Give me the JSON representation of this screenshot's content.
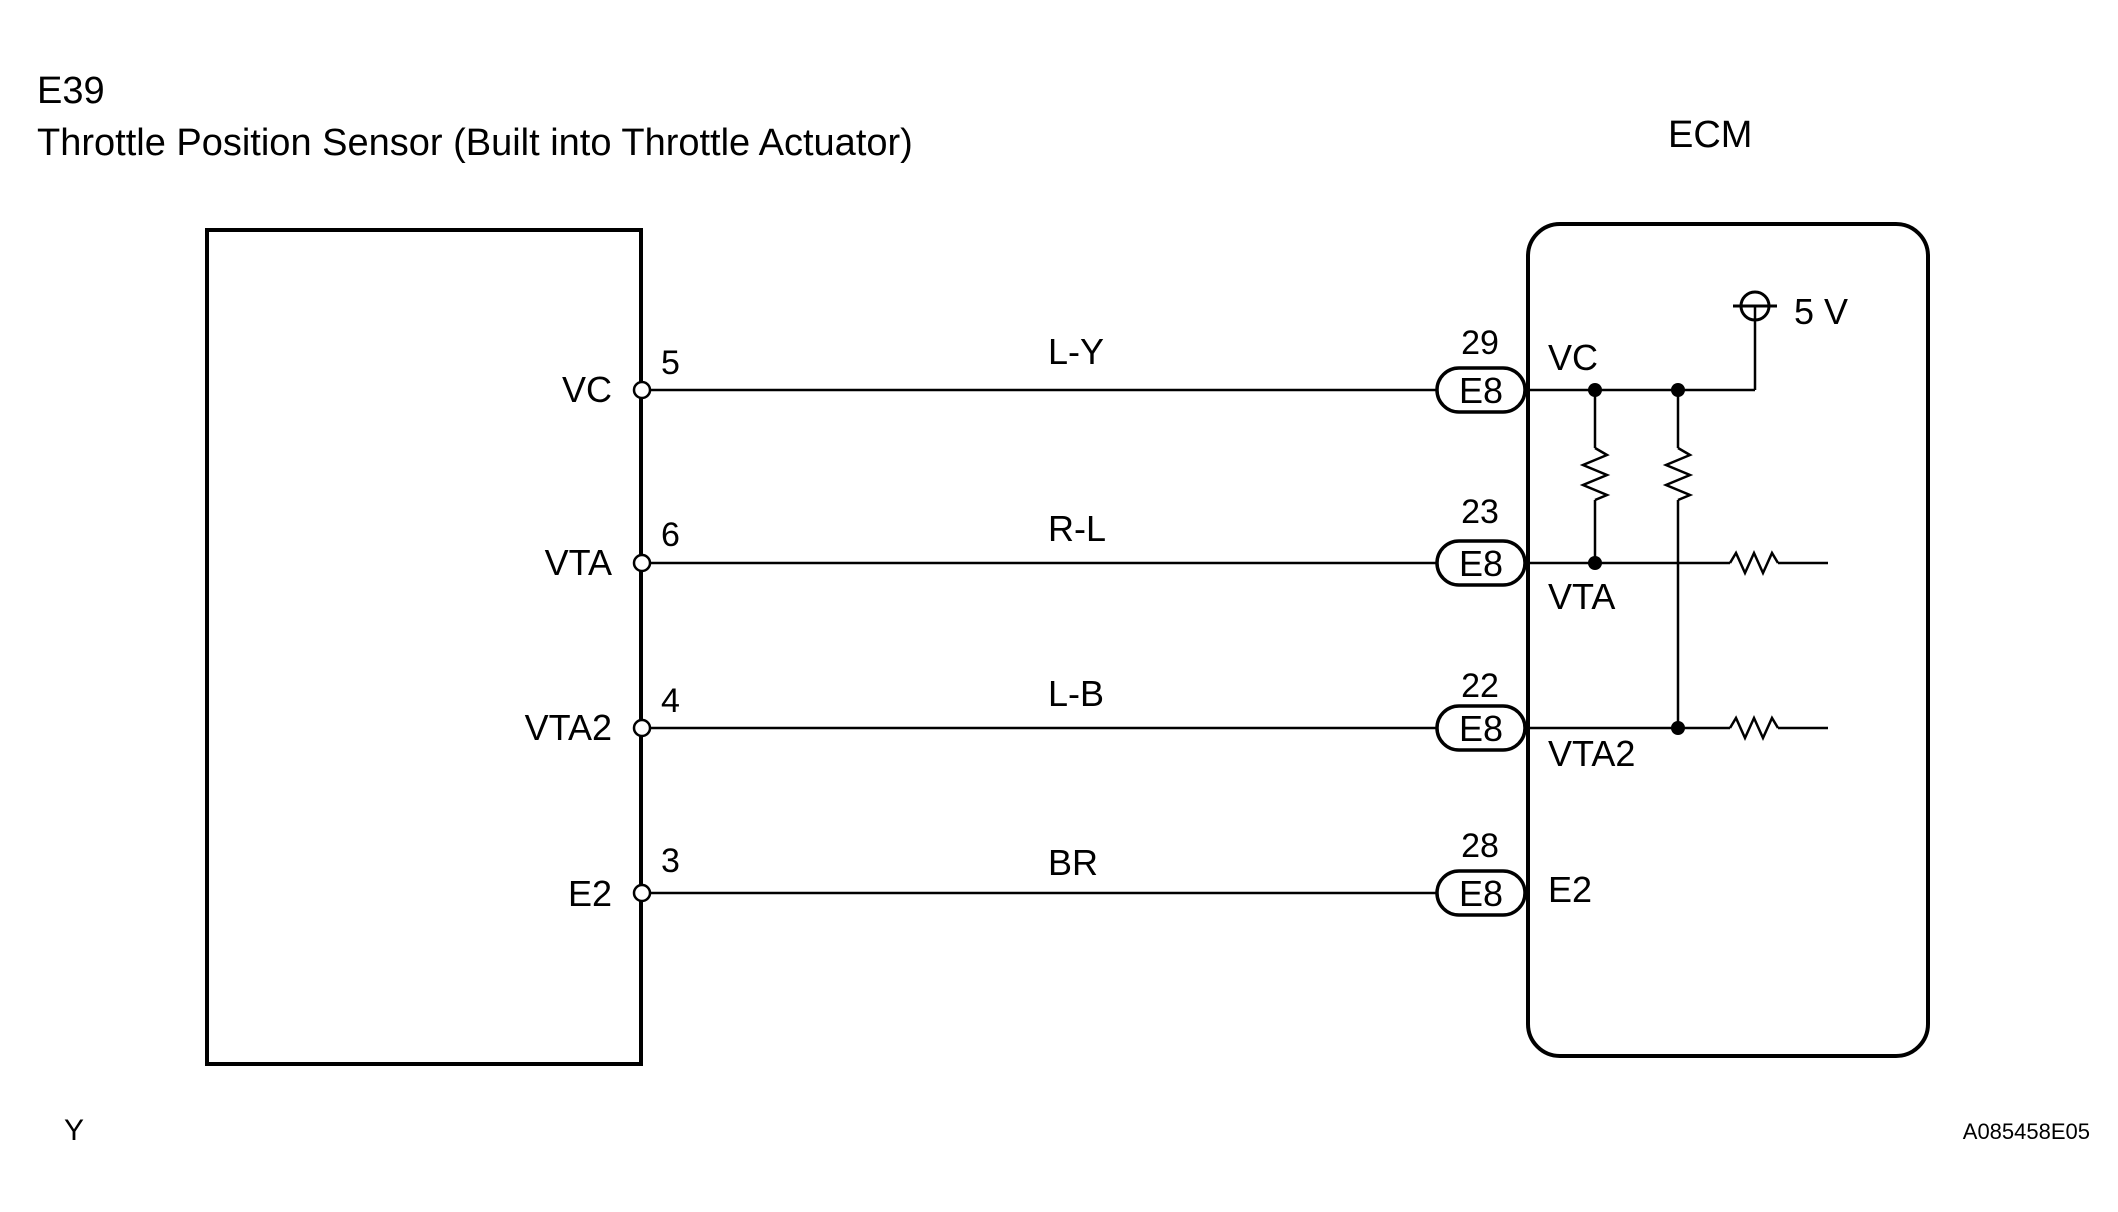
{
  "sensor": {
    "code": "E39",
    "title": "Throttle Position Sensor (Built into Throttle Actuator)"
  },
  "ecm": {
    "title": "ECM",
    "supply": "5 V"
  },
  "circuits": [
    {
      "sensor_terminal": "VC",
      "sensor_pin": "5",
      "wire_color": "L-Y",
      "ecm_pin": "29",
      "ecm_connector": "E8",
      "ecm_terminal": "VC"
    },
    {
      "sensor_terminal": "VTA",
      "sensor_pin": "6",
      "wire_color": "R-L",
      "ecm_pin": "23",
      "ecm_connector": "E8",
      "ecm_terminal": "VTA"
    },
    {
      "sensor_terminal": "VTA2",
      "sensor_pin": "4",
      "wire_color": "L-B",
      "ecm_pin": "22",
      "ecm_connector": "E8",
      "ecm_terminal": "VTA2"
    },
    {
      "sensor_terminal": "E2",
      "sensor_pin": "3",
      "wire_color": "BR",
      "ecm_pin": "28",
      "ecm_connector": "E8",
      "ecm_terminal": "E2"
    }
  ],
  "footer": {
    "marker": "Y",
    "ref_code": "A085458E05"
  }
}
